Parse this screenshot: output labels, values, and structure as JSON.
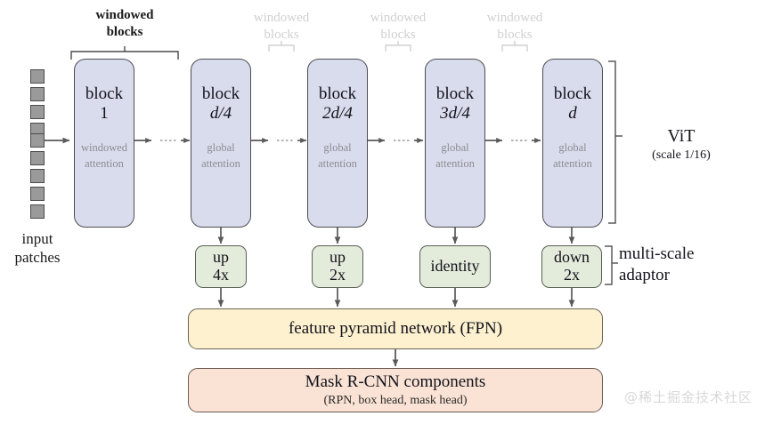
{
  "figure": {
    "input": {
      "patch_count": 9,
      "label_line1": "input",
      "label_line2": "patches"
    },
    "vit_blocks": [
      {
        "name": "block-1",
        "title_main": "block",
        "title_sub": "1",
        "title_sub_italic": false,
        "attention_line1": "windowed",
        "attention_line2": "attention"
      },
      {
        "name": "block-d4",
        "title_main": "block",
        "title_sub": "d/4",
        "title_sub_italic": true,
        "attention_line1": "global",
        "attention_line2": "attention"
      },
      {
        "name": "block-2d4",
        "title_main": "block",
        "title_sub": "2d/4",
        "title_sub_italic": true,
        "attention_line1": "global",
        "attention_line2": "attention"
      },
      {
        "name": "block-3d4",
        "title_main": "block",
        "title_sub": "3d/4",
        "title_sub_italic": true,
        "attention_line1": "global",
        "attention_line2": "attention"
      },
      {
        "name": "block-d",
        "title_main": "block",
        "title_sub": "d",
        "title_sub_italic": true,
        "attention_line1": "global",
        "attention_line2": "attention"
      }
    ],
    "windowed_bracket_labels": [
      {
        "line1": "windowed",
        "line2": "blocks",
        "emphasis": "strong"
      },
      {
        "line1": "windowed",
        "line2": "blocks",
        "emphasis": "faded"
      },
      {
        "line1": "windowed",
        "line2": "blocks",
        "emphasis": "faded"
      },
      {
        "line1": "windowed",
        "line2": "blocks",
        "emphasis": "faded"
      }
    ],
    "adaptors": [
      {
        "name": "adaptor-up-4x",
        "line1": "up",
        "line2": "4x"
      },
      {
        "name": "adaptor-up-2x",
        "line1": "up",
        "line2": "2x"
      },
      {
        "name": "adaptor-identity",
        "line1": "identity",
        "line2": ""
      },
      {
        "name": "adaptor-down-2x",
        "line1": "down",
        "line2": "2x"
      }
    ],
    "side_labels": {
      "vit_title": "ViT",
      "vit_scale": "(scale 1/16)",
      "adaptor_line1": "multi-scale",
      "adaptor_line2": "adaptor"
    },
    "fpn": {
      "label": "feature pyramid network (FPN)"
    },
    "rcnn": {
      "label": "Mask R-CNN components",
      "sublabel": "(RPN, box head, mask head)"
    },
    "watermark": "@稀土掘金技术社区",
    "colors": {
      "vit_block_fill": "#d9dced",
      "vit_block_stroke": "#4d4d52",
      "adaptor_fill": "#e3ecdb",
      "adaptor_stroke": "#5a5f54",
      "fpn_fill": "#fdf1cf",
      "fpn_stroke": "#6b6351",
      "rcnn_fill": "#fae3d5",
      "rcnn_stroke": "#6b5b51",
      "patch_fill": "#9a9a9a",
      "patch_stroke": "#4a4a4a",
      "arrow": "#5a5a5a",
      "faded_text": "#d0d0d2",
      "watermark": "#d8d8d8"
    }
  }
}
